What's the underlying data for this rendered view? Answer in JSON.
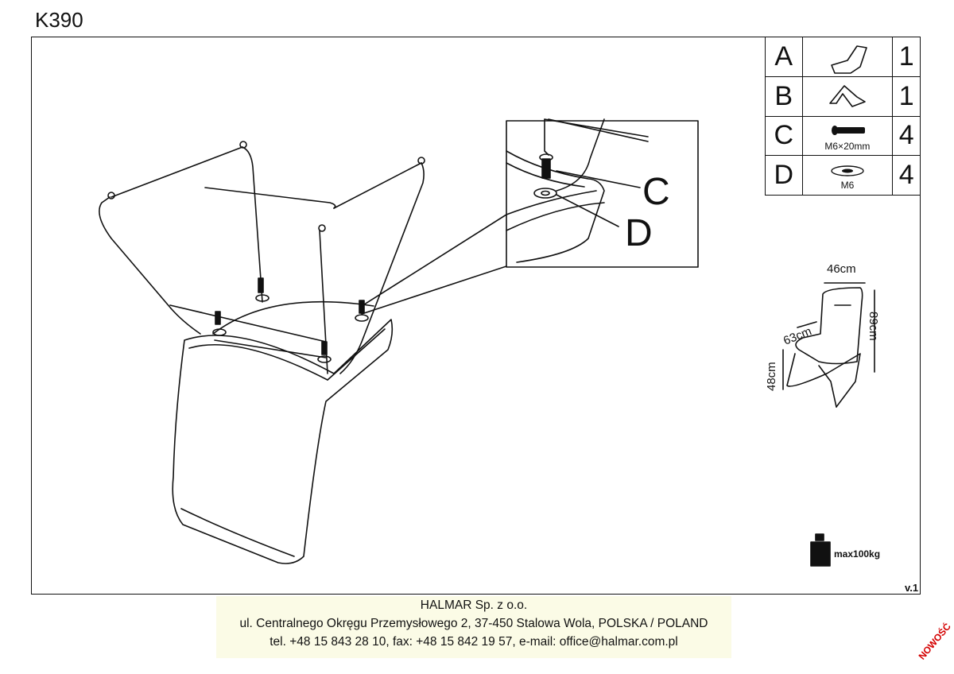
{
  "header": {
    "model": "K390"
  },
  "parts_table": [
    {
      "letter": "A",
      "icon": "chair-seat-icon",
      "spec": "",
      "qty": "1"
    },
    {
      "letter": "B",
      "icon": "chair-frame-icon",
      "spec": "",
      "qty": "1"
    },
    {
      "letter": "C",
      "icon": "bolt-icon",
      "spec": "M6×20mm",
      "qty": "4"
    },
    {
      "letter": "D",
      "icon": "washer-icon",
      "spec": "M6",
      "qty": "4"
    }
  ],
  "detail": {
    "label_c": "C",
    "label_d": "D"
  },
  "dimensions": {
    "width": "46cm",
    "depth": "63cm",
    "height": "89cm",
    "seat_height": "48cm"
  },
  "max_load": "max100kg",
  "version": "v.1",
  "footer": {
    "company": "HALMAR Sp. z o.o.",
    "address": "ul. Centralnego Okręgu Przemysłowego 2, 37-450 Stalowa Wola, POLSKA / POLAND",
    "contact": "tel. +48 15 843 28 10, fax: +48 15 842 19 57, e-mail: office@halmar.com.pl"
  },
  "badge": "NOWOŚĆ"
}
